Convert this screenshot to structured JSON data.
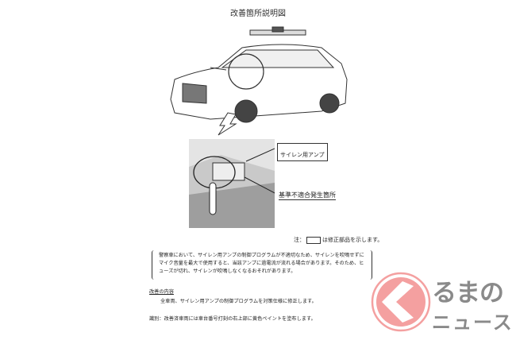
{
  "title": "改善箇所説明図",
  "callouts": {
    "amp": "サイレン用アンプ",
    "defect": "基準不適合発生箇所"
  },
  "note": {
    "prefix": "注：",
    "suffix": "は修正部品を示します。"
  },
  "description": "警察車において、サイレン用アンプの制御プログラムが不適切なため、サイレンを吹鳴せずにマイク音量を最大で使用すると、当該アンプに過電流が流れる場合があります。そのため、ヒューズが切れ、サイレンが吹鳴しなくなるおそれがあります。",
  "improvement": {
    "heading": "改善の内容",
    "text": "全車両、サイレン用アンプの制御プログラムを対策仕様に修正します。"
  },
  "identification": "識別：改善済車両には車台番号打刻の右上部に黄色ペイントを塗布します。",
  "logo": {
    "line1": "るまの",
    "line2": "ニュース",
    "circle_color": "#f4a0a0",
    "text_color": "#8a8a8a"
  }
}
